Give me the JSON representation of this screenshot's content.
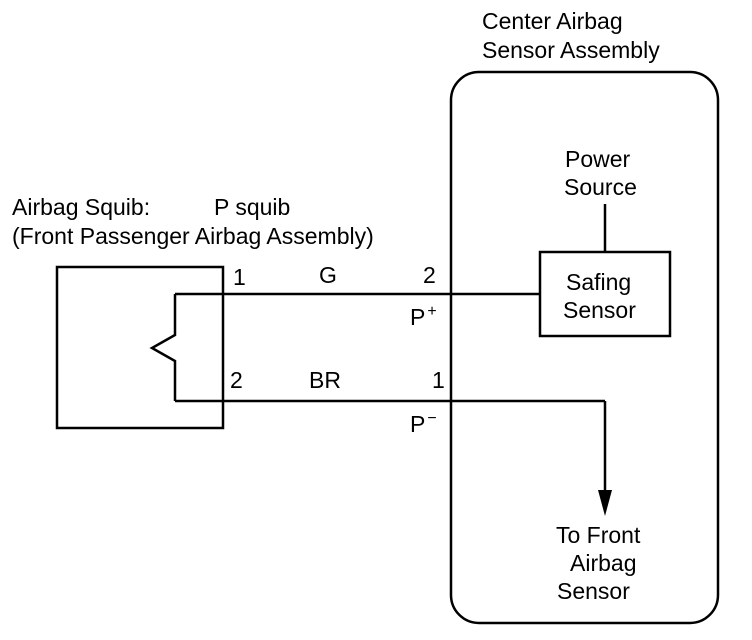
{
  "center_assembly": {
    "title_line1": "Center Airbag",
    "title_line2": "Sensor Assembly"
  },
  "power_source": {
    "line1": "Power",
    "line2": "Source"
  },
  "safing_sensor": {
    "line1": "Safing",
    "line2": "Sensor"
  },
  "squib": {
    "title_left": "Airbag Squib:",
    "title_right": "P squib",
    "subtitle": "(Front Passenger Airbag Assembly)",
    "pin_top": "1",
    "pin_bottom": "2"
  },
  "wires": {
    "top_color": "G",
    "bottom_color": "BR"
  },
  "connector": {
    "pin_top": "2",
    "pin_bottom": "1",
    "terminal_top": "P",
    "terminal_top_sup": "+",
    "terminal_bottom": "P",
    "terminal_bottom_sup": "−"
  },
  "front_sensor": {
    "line1": "To Front",
    "line2": "Airbag",
    "line3": "Sensor"
  }
}
